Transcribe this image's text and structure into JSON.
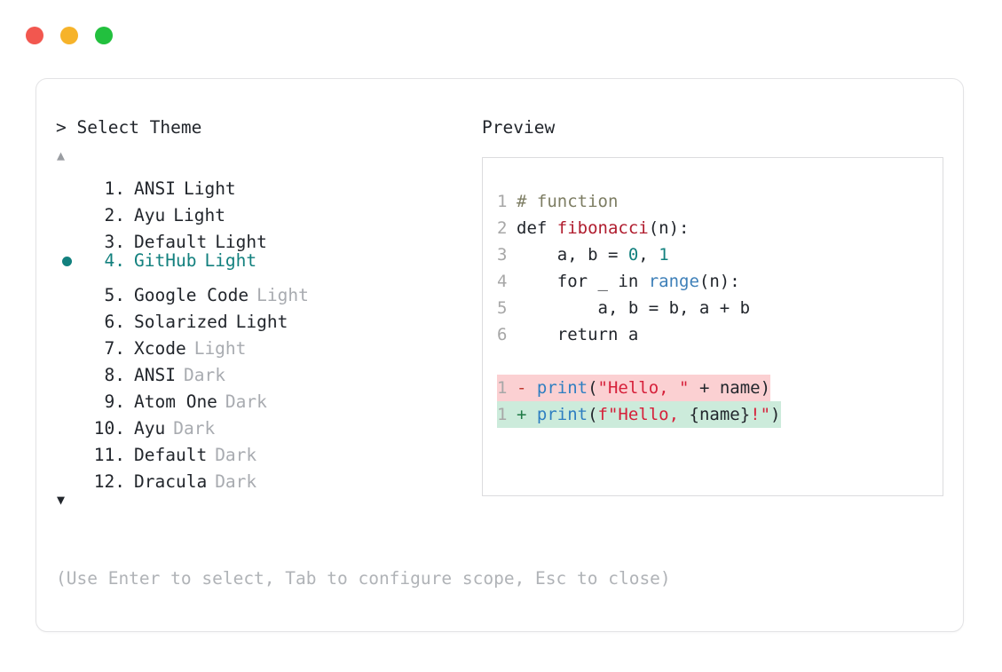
{
  "window": {
    "traffic_lights": [
      {
        "name": "close",
        "color": "#f2574f"
      },
      {
        "name": "minimize",
        "color": "#f6b32a"
      },
      {
        "name": "maximize",
        "color": "#22c03e"
      }
    ]
  },
  "picker": {
    "prompt_caret": ">",
    "prompt_title": "Select Theme",
    "scroll_up_glyph": "▲",
    "scroll_down_glyph": "▼",
    "selected_index": 4,
    "items": [
      {
        "index": "1.",
        "name": "ANSI",
        "variant": "Light",
        "variant_strong": true,
        "selected": false
      },
      {
        "index": "2.",
        "name": "Ayu",
        "variant": "Light",
        "variant_strong": true,
        "selected": false
      },
      {
        "index": "3.",
        "name": "Default",
        "variant": "Light",
        "variant_strong": true,
        "selected": false
      },
      {
        "index": "4.",
        "name": "GitHub",
        "variant": "Light",
        "variant_strong": false,
        "selected": true
      },
      {
        "index": "5.",
        "name": "Google Code",
        "variant": "Light",
        "variant_strong": false,
        "selected": false
      },
      {
        "index": "6.",
        "name": "Solarized",
        "variant": "Light",
        "variant_strong": true,
        "selected": false
      },
      {
        "index": "7.",
        "name": "Xcode",
        "variant": "Light",
        "variant_strong": false,
        "selected": false
      },
      {
        "index": "8.",
        "name": "ANSI",
        "variant": "Dark",
        "variant_strong": false,
        "selected": false
      },
      {
        "index": "9.",
        "name": "Atom One",
        "variant": "Dark",
        "variant_strong": false,
        "selected": false
      },
      {
        "index": "10.",
        "name": "Ayu",
        "variant": "Dark",
        "variant_strong": false,
        "selected": false
      },
      {
        "index": "11.",
        "name": "Default",
        "variant": "Dark",
        "variant_strong": false,
        "selected": false
      },
      {
        "index": "12.",
        "name": "Dracula",
        "variant": "Dark",
        "variant_strong": false,
        "selected": false
      }
    ]
  },
  "preview": {
    "label": "Preview",
    "code_lines": [
      {
        "ln": "1",
        "tokens": [
          {
            "t": "# function",
            "c": "tok-comment"
          }
        ]
      },
      {
        "ln": "2",
        "tokens": [
          {
            "t": "def ",
            "c": "tok-kw"
          },
          {
            "t": "fibonacci",
            "c": "tok-fn"
          },
          {
            "t": "(n):",
            "c": "tok-punct"
          }
        ]
      },
      {
        "ln": "3",
        "tokens": [
          {
            "t": "    a, b = ",
            "c": "code-text"
          },
          {
            "t": "0",
            "c": "tok-num"
          },
          {
            "t": ", ",
            "c": "code-text"
          },
          {
            "t": "1",
            "c": "tok-num"
          }
        ]
      },
      {
        "ln": "4",
        "tokens": [
          {
            "t": "    for _ in ",
            "c": "code-text"
          },
          {
            "t": "range",
            "c": "tok-builtin"
          },
          {
            "t": "(n):",
            "c": "code-text"
          }
        ]
      },
      {
        "ln": "5",
        "tokens": [
          {
            "t": "        a, b = b, a + b",
            "c": "code-text"
          }
        ]
      },
      {
        "ln": "6",
        "tokens": [
          {
            "t": "    return a",
            "c": "code-text"
          }
        ]
      }
    ],
    "diff_lines": [
      {
        "kind": "del",
        "ln": "1",
        "sign": "- ",
        "tokens": [
          {
            "t": "print",
            "c": "tok-call"
          },
          {
            "t": "(",
            "c": "tok-punct"
          },
          {
            "t": "\"Hello, \"",
            "c": "tok-str"
          },
          {
            "t": " + name",
            "c": "code-text"
          },
          {
            "t": ")",
            "c": "tok-punct"
          }
        ]
      },
      {
        "kind": "add",
        "ln": "1",
        "sign": "+ ",
        "tokens": [
          {
            "t": "print",
            "c": "tok-call"
          },
          {
            "t": "(",
            "c": "tok-punct"
          },
          {
            "t": "f\"Hello, ",
            "c": "tok-str"
          },
          {
            "t": "{name}",
            "c": "tok-brace"
          },
          {
            "t": "!",
            "c": "tok-bang"
          },
          {
            "t": "\"",
            "c": "tok-str"
          },
          {
            "t": ")",
            "c": "tok-punct"
          }
        ]
      }
    ],
    "colors": {
      "diff_del_bg": "#fbd0d2",
      "diff_add_bg": "#ccebdb",
      "accent": "#12807e"
    }
  },
  "footer": {
    "hint": "(Use Enter to select, Tab to configure scope, Esc to close)"
  }
}
